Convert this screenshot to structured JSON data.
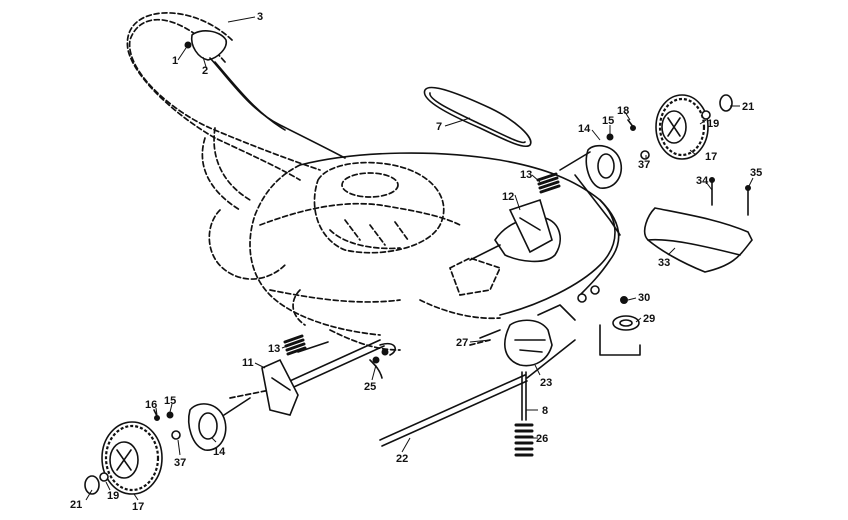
{
  "parts": [
    {
      "id": "p1",
      "number": "1"
    },
    {
      "id": "p2",
      "number": "2"
    },
    {
      "id": "p3",
      "number": "3"
    },
    {
      "id": "p7",
      "number": "7"
    },
    {
      "id": "p14a",
      "number": "14"
    },
    {
      "id": "p15a",
      "number": "15"
    },
    {
      "id": "p18",
      "number": "18"
    },
    {
      "id": "p21a",
      "number": "21"
    },
    {
      "id": "p19a",
      "number": "19"
    },
    {
      "id": "p37a",
      "number": "37"
    },
    {
      "id": "p17a",
      "number": "17"
    },
    {
      "id": "p13a",
      "number": "13"
    },
    {
      "id": "p12",
      "number": "12"
    },
    {
      "id": "p34",
      "number": "34"
    },
    {
      "id": "p35",
      "number": "35"
    },
    {
      "id": "p33",
      "number": "33"
    },
    {
      "id": "p30",
      "number": "30"
    },
    {
      "id": "p29",
      "number": "29"
    },
    {
      "id": "p27",
      "number": "27"
    },
    {
      "id": "p23",
      "number": "23"
    },
    {
      "id": "p8",
      "number": "8"
    },
    {
      "id": "p26",
      "number": "26"
    },
    {
      "id": "p22",
      "number": "22"
    },
    {
      "id": "p25",
      "number": "25"
    },
    {
      "id": "p13b",
      "number": "13"
    },
    {
      "id": "p11",
      "number": "11"
    },
    {
      "id": "p16",
      "number": "16"
    },
    {
      "id": "p15b",
      "number": "15"
    },
    {
      "id": "p14b",
      "number": "14"
    },
    {
      "id": "p37b",
      "number": "37"
    },
    {
      "id": "p21b",
      "number": "21"
    },
    {
      "id": "p19b",
      "number": "19"
    },
    {
      "id": "p17b",
      "number": "17"
    }
  ]
}
